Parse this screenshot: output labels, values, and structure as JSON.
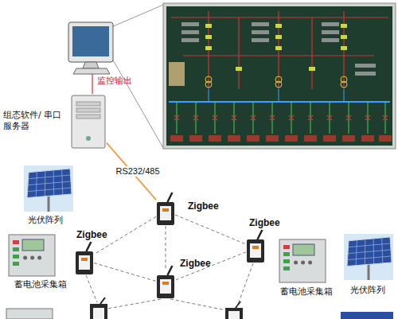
{
  "diagram": {
    "nodes": [
      {
        "text": [
          "组态软件/ 串口服务器"
        ]
      },
      {
        "text": [
          "光伏阵列"
        ]
      },
      {
        "text": [
          "Zigbee"
        ]
      },
      {
        "text": [
          "Zigbee"
        ]
      },
      {
        "text": [
          "Zigbee"
        ]
      },
      {
        "text": [
          "蓄电池采集箱"
        ]
      },
      {
        "text": [
          "Zigbee"
        ]
      },
      {
        "text": [
          "蓄电池采集箱"
        ]
      },
      {
        "text": [
          "光伏阵列"
        ]
      }
    ],
    "edges": [
      {
        "from": 0,
        "to": 2,
        "label": "RS232/485",
        "arrow": "none"
      },
      {
        "from": 2,
        "to": 3,
        "arrow": "none"
      },
      {
        "from": 2,
        "to": 4,
        "arrow": "none"
      },
      {
        "from": 2,
        "to": 6,
        "arrow": "none"
      },
      {
        "from": 3,
        "to": 6,
        "arrow": "none"
      },
      {
        "from": 4,
        "to": 6,
        "arrow": "none"
      }
    ],
    "labels": [
      "监控输出"
    ]
  }
}
